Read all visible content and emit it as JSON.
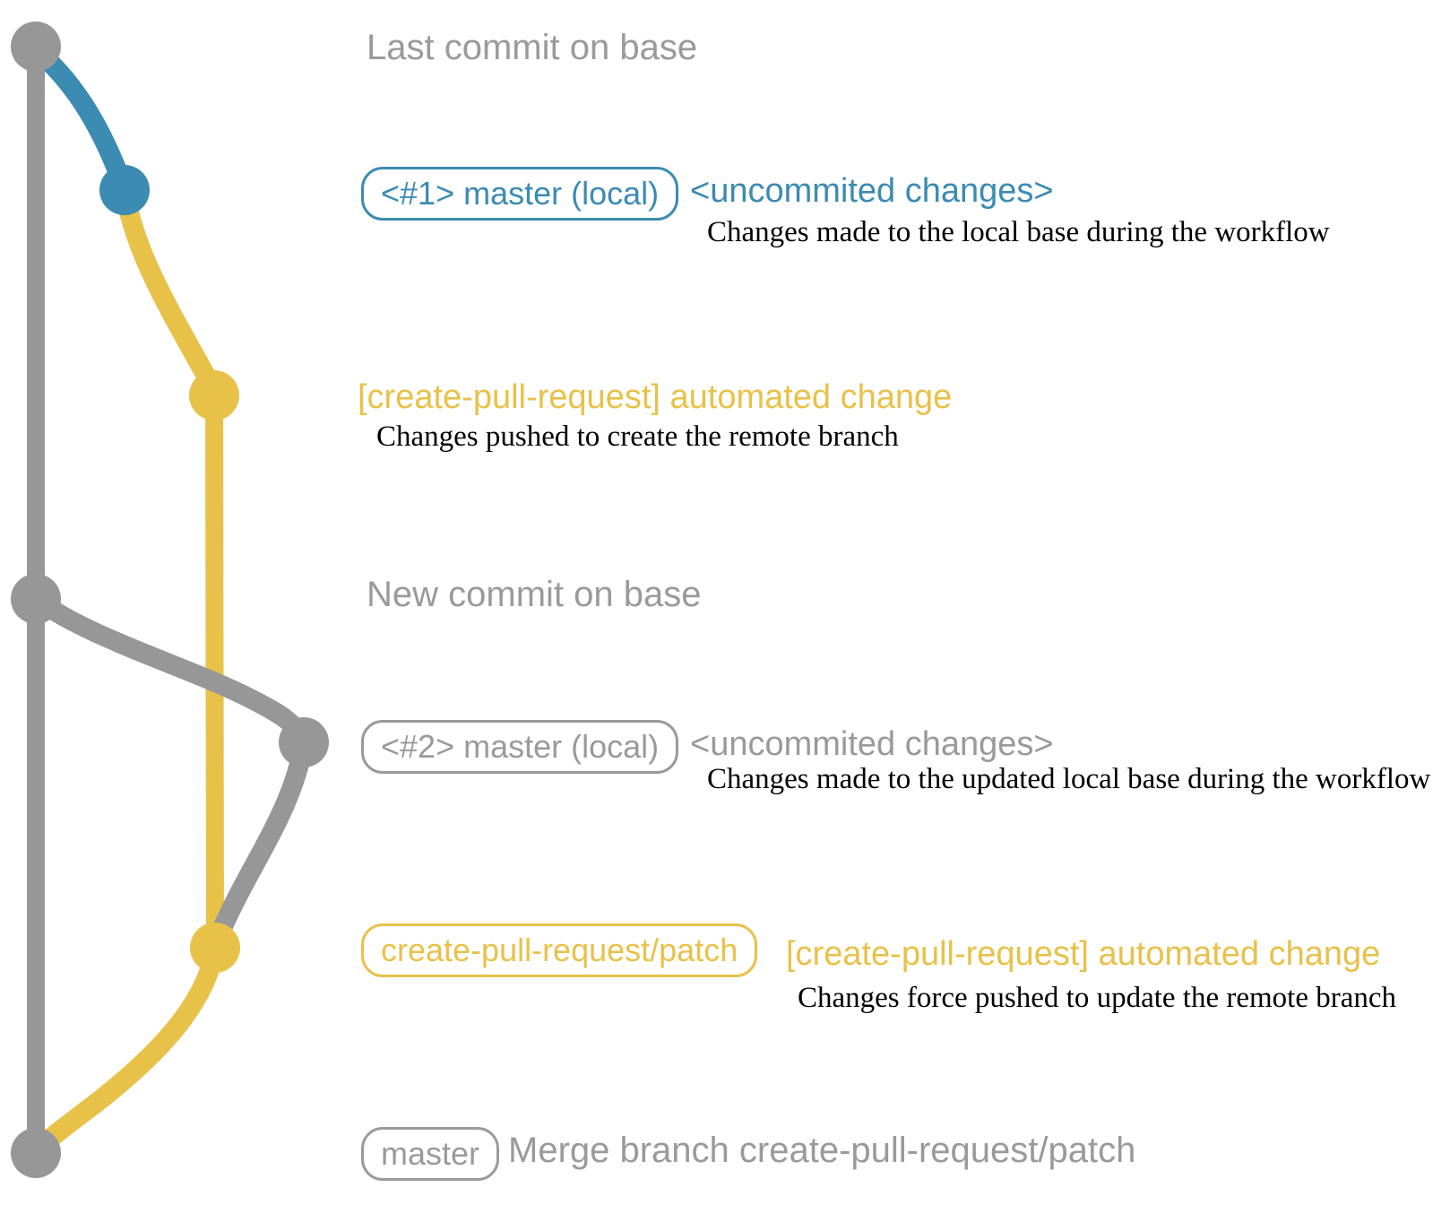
{
  "colors": {
    "gray": "#979797",
    "blue": "#3b8bb2",
    "yellow": "#e8c149",
    "text_gray": "#9a9a9a"
  },
  "graph": {
    "node_colors": [
      "gray",
      "blue",
      "yellow",
      "gray",
      "gray",
      "yellow",
      "gray"
    ],
    "branch_segments": [
      "base-trunk-gray",
      "local-branch-blue",
      "patch-branch-yellow",
      "patch-trunk-yellow",
      "updated-local-branch-gray",
      "rebase-segment-gray",
      "merge-segment-yellow"
    ]
  },
  "labels": {
    "caption_last_commit": "Last commit on base",
    "badge_master_local_1": "<#1> master (local)",
    "note_uncommitted_1": "<uncommited changes>",
    "desc_local_changes_1": "Changes made to the local base during the workflow",
    "note_automated_1": "[create-pull-request] automated change",
    "desc_pushed": "Changes pushed to create the remote branch",
    "caption_new_commit": "New commit on base",
    "badge_master_local_2": "<#2> master (local)",
    "note_uncommitted_2": "<uncommited changes>",
    "desc_local_changes_2": "Changes made to the updated local base during the workflow",
    "badge_patch_branch": "create-pull-request/patch",
    "note_automated_2": "[create-pull-request] automated change",
    "desc_force_pushed": "Changes force pushed to update the remote branch",
    "badge_master": "master",
    "note_merge": "Merge branch create-pull-request/patch"
  }
}
